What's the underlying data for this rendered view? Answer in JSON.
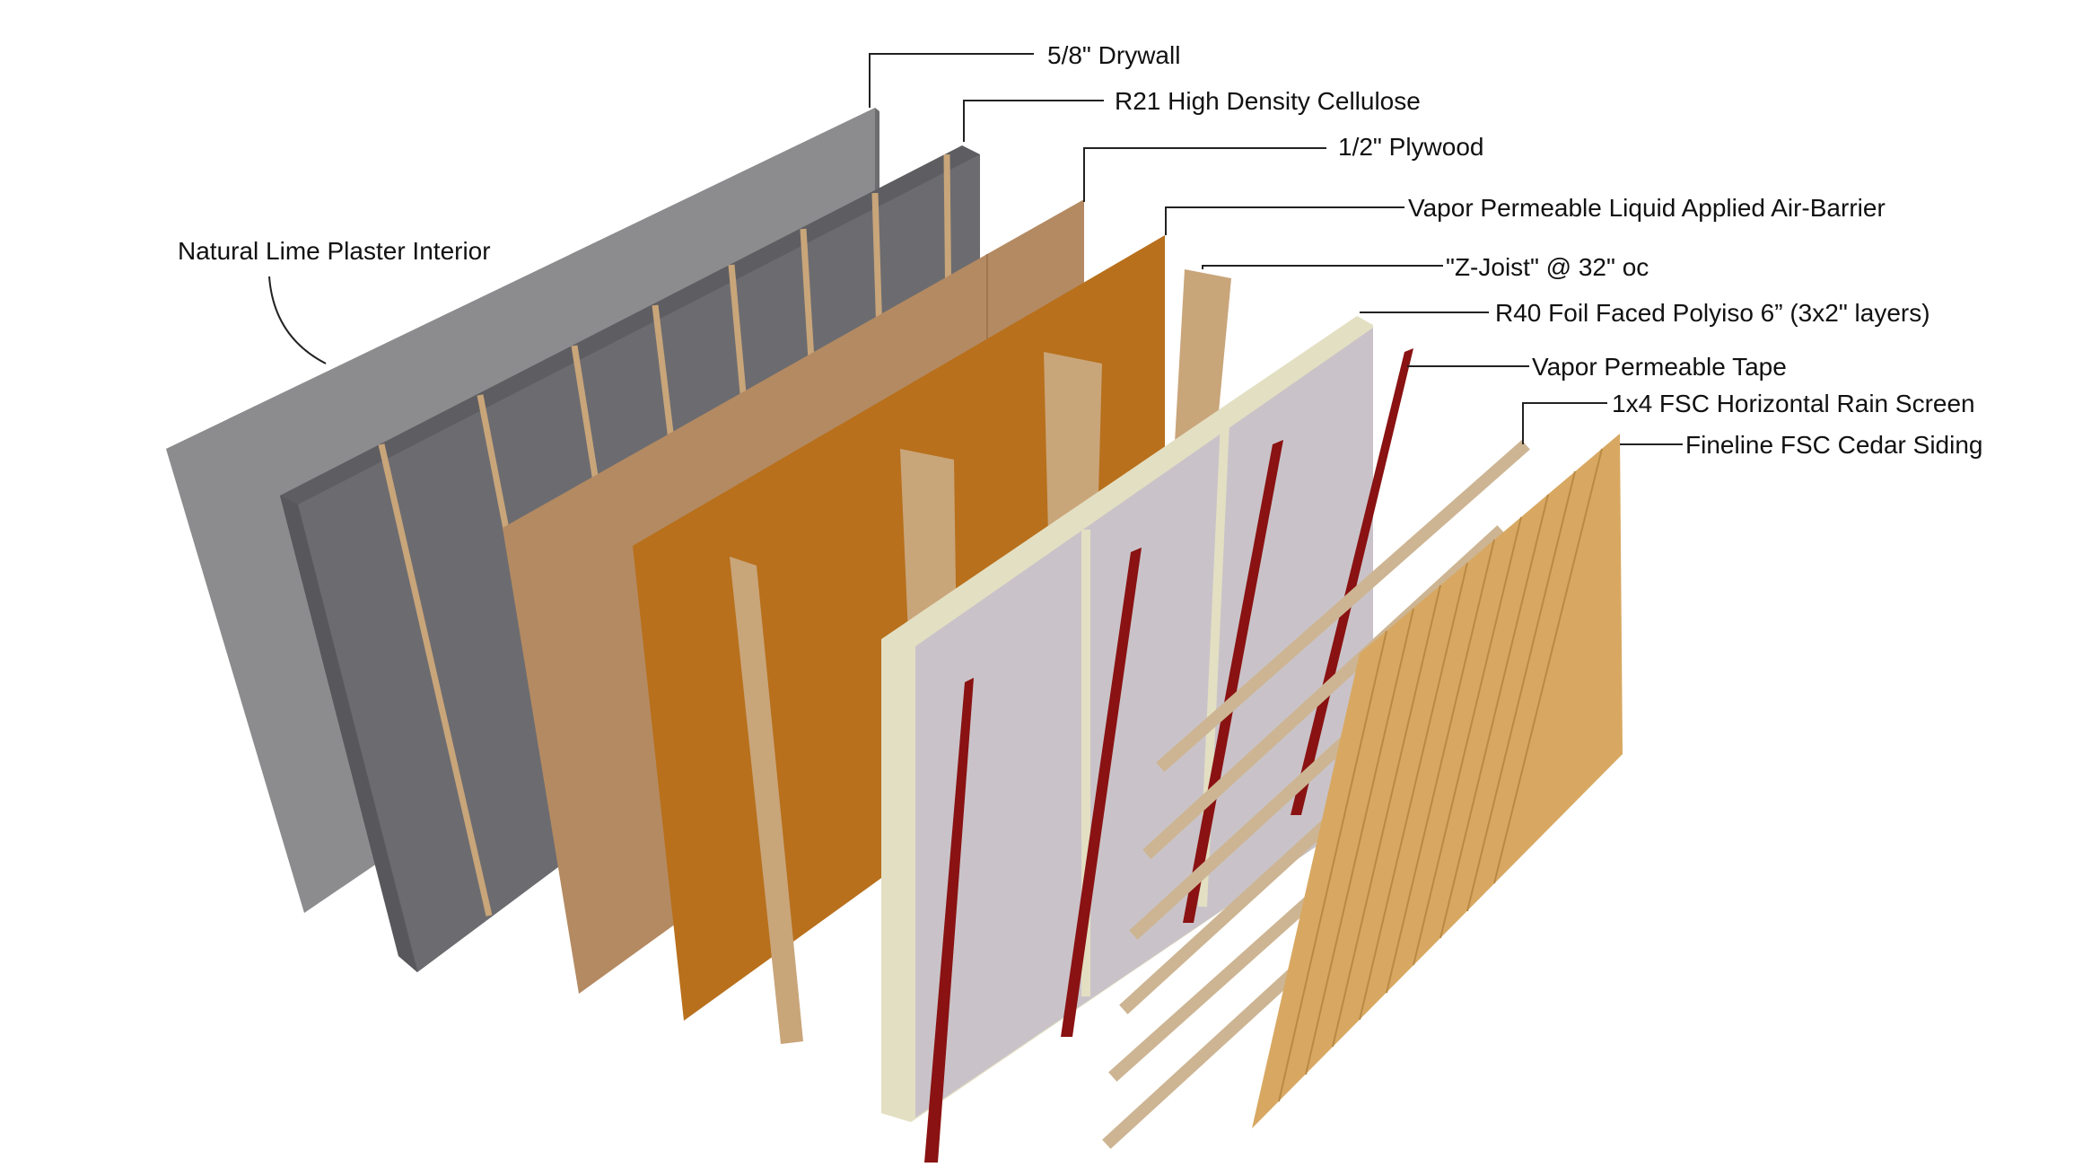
{
  "labels": {
    "plaster": "Natural Lime Plaster Interior",
    "drywall": "5/8\" Drywall",
    "cellulose": "R21 High Density Cellulose",
    "plywood": "1/2\" Plywood",
    "air_barrier": "Vapor Permeable Liquid Applied Air-Barrier",
    "z_joist": "\"Z-Joist\" @ 32\" oc",
    "polyiso": "R40 Foil Faced Polyiso 6” (3x2\" layers)",
    "tape": "Vapor Permeable Tape",
    "rain_screen": "1x4 FSC Horizontal Rain Screen",
    "siding": "Fineline FSC Cedar Siding"
  },
  "colors": {
    "plaster": "#8c8c8e",
    "cellulose": "#6a6a6e",
    "stud": "#c9a57a",
    "plywood": "#b48a62",
    "air_barrier": "#b8701c",
    "polyiso": "#c9c3c9",
    "polyiso_edge": "#e3dfc2",
    "tape": "#8a1212",
    "rain_screen": "#cdb593",
    "siding": "#d8a862"
  }
}
